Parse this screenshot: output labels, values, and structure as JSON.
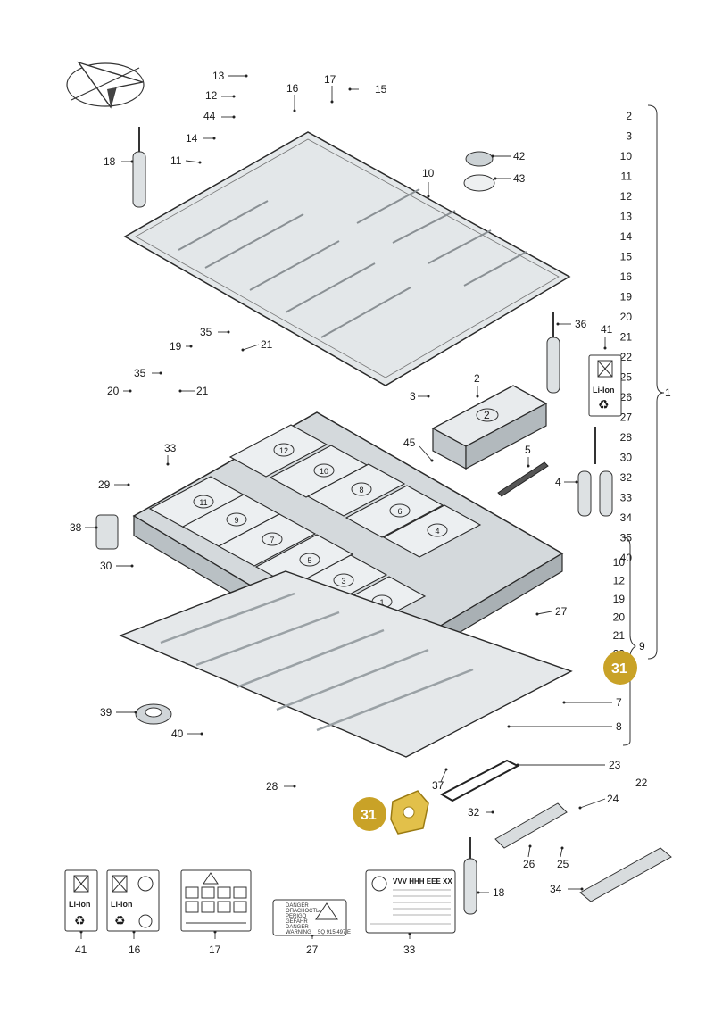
{
  "callouts": {
    "c13": "13",
    "c12": "12",
    "c44": "44",
    "c16": "16",
    "c17": "17",
    "c15": "15",
    "c14": "14",
    "c11": "11",
    "c18a": "18",
    "c10a": "10",
    "c42": "42",
    "c43": "43",
    "c36": "36",
    "c41a": "41",
    "c35a": "35",
    "c19a": "19",
    "c21a": "21",
    "c35b": "35",
    "c20a": "20",
    "c21b": "21",
    "c3": "3",
    "c2": "2",
    "c45": "45",
    "c5": "5",
    "c4": "4",
    "c33a": "33",
    "c29": "29",
    "c38": "38",
    "c30": "30",
    "c27a": "27",
    "c39": "39",
    "c40": "40",
    "c7": "7",
    "c8": "8",
    "c28": "28",
    "c37": "37",
    "c23": "23",
    "c22": "22",
    "c24": "24",
    "c32": "32",
    "c26": "26",
    "c25": "25",
    "c18b": "18",
    "c34": "34",
    "b41": "41",
    "b16": "16",
    "b17": "17",
    "b27": "27",
    "b33": "33"
  },
  "index_list_right": [
    "2",
    "3",
    "10",
    "11",
    "12",
    "13",
    "14",
    "15",
    "16",
    "19",
    "20",
    "21",
    "22",
    "25",
    "26",
    "27",
    "28",
    "30",
    "32",
    "33",
    "34",
    "35",
    "40"
  ],
  "index_group_label": "1",
  "index_list_sub": [
    "10",
    "12",
    "19",
    "20",
    "21",
    "29"
  ],
  "index_sub_label": "9",
  "highlight_labels": {
    "top_right": "31",
    "bottom_left": "31"
  },
  "module_numbers": [
    "1",
    "2",
    "3",
    "4",
    "5",
    "6",
    "7",
    "8",
    "9",
    "10",
    "11",
    "12"
  ],
  "module_single": "2",
  "label_li_ion": "Li-Ion",
  "warning_label": {
    "line1": "DANGER",
    "line2": "ОПАСНОСТЬ",
    "line3": "PERIGO",
    "line4": "GEFAHR",
    "line5": "DANGER",
    "line6": "WARNING",
    "code": "5Q 915 497 E"
  },
  "type_plate": {
    "title": "VVV HHH EEE XX"
  },
  "colors": {
    "highlight": "#c9a227",
    "outline": "#2a2a2a",
    "panel": "#e2e6e8",
    "panel_dark": "#b9c0c4"
  }
}
